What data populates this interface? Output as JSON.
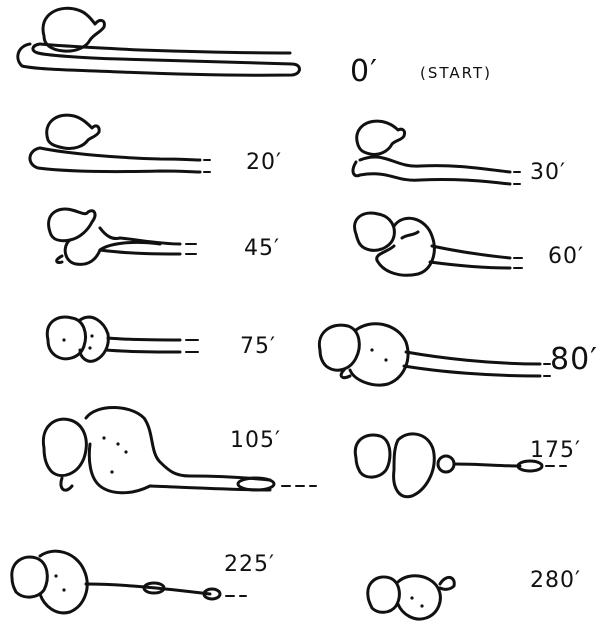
{
  "figure": {
    "panels": [
      {
        "id": "p0",
        "time_label": "0′",
        "note": "(START)"
      },
      {
        "id": "p20",
        "time_label": "20′"
      },
      {
        "id": "p30",
        "time_label": "30′"
      },
      {
        "id": "p45",
        "time_label": "45′"
      },
      {
        "id": "p60",
        "time_label": "60′"
      },
      {
        "id": "p75",
        "time_label": "75′"
      },
      {
        "id": "p80",
        "time_label": "80′"
      },
      {
        "id": "p105",
        "time_label": "105′"
      },
      {
        "id": "p175",
        "time_label": "175′"
      },
      {
        "id": "p225",
        "time_label": "225′"
      },
      {
        "id": "p280",
        "time_label": "280′"
      }
    ],
    "ink_color": "#111111",
    "background_color": "#ffffff"
  }
}
